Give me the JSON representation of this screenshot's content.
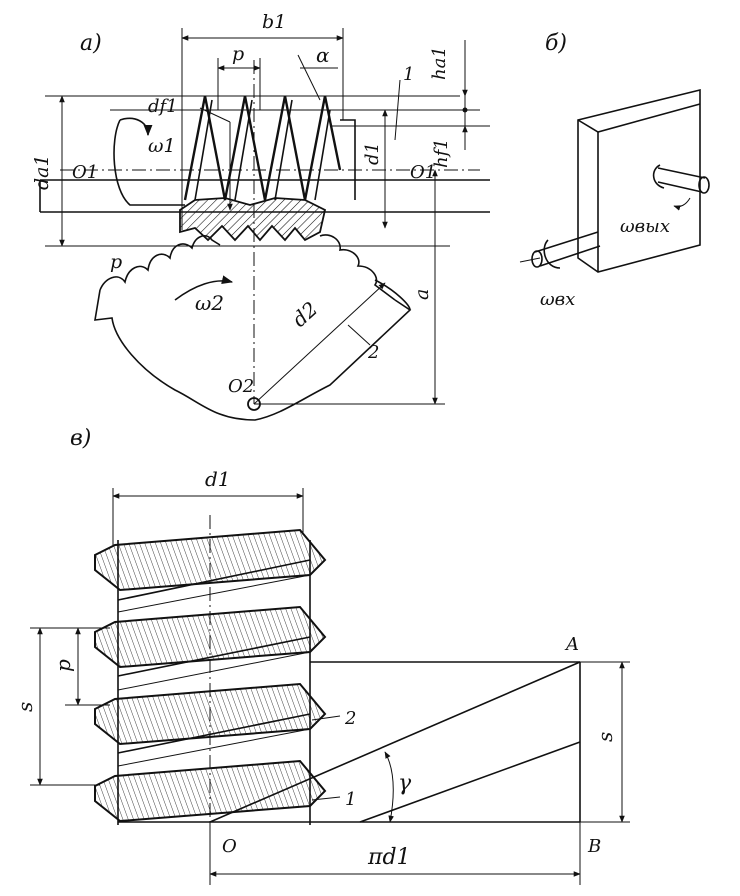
{
  "panels": {
    "a": {
      "label": "а)",
      "dims": {
        "b1": "b1",
        "p": "p",
        "alpha": "α",
        "ha1": "ha1",
        "df1": "df1",
        "da1": "da1",
        "d1": "d1",
        "hf1": "hf1",
        "d2": "d2",
        "a": "a",
        "p_wheel": "p"
      },
      "symbols": {
        "omega1": "ω1",
        "omega2": "ω2",
        "O1": "O1",
        "O1_right": "O1",
        "O2": "O2"
      },
      "leaders": {
        "worm": "1",
        "wheel": "2"
      }
    },
    "b": {
      "label": "б)",
      "omega_out": "ωвых",
      "omega_in": "ωвх"
    },
    "c": {
      "label": "в)",
      "dims": {
        "d1": "d1",
        "p": "p",
        "s_left": "s",
        "s_right": "s",
        "gamma": "γ",
        "pi_d1": "πd1"
      },
      "points": {
        "A": "A",
        "B": "B",
        "O": "O"
      },
      "leaders": {
        "helix_2": "2",
        "helix_1": "1"
      }
    }
  }
}
